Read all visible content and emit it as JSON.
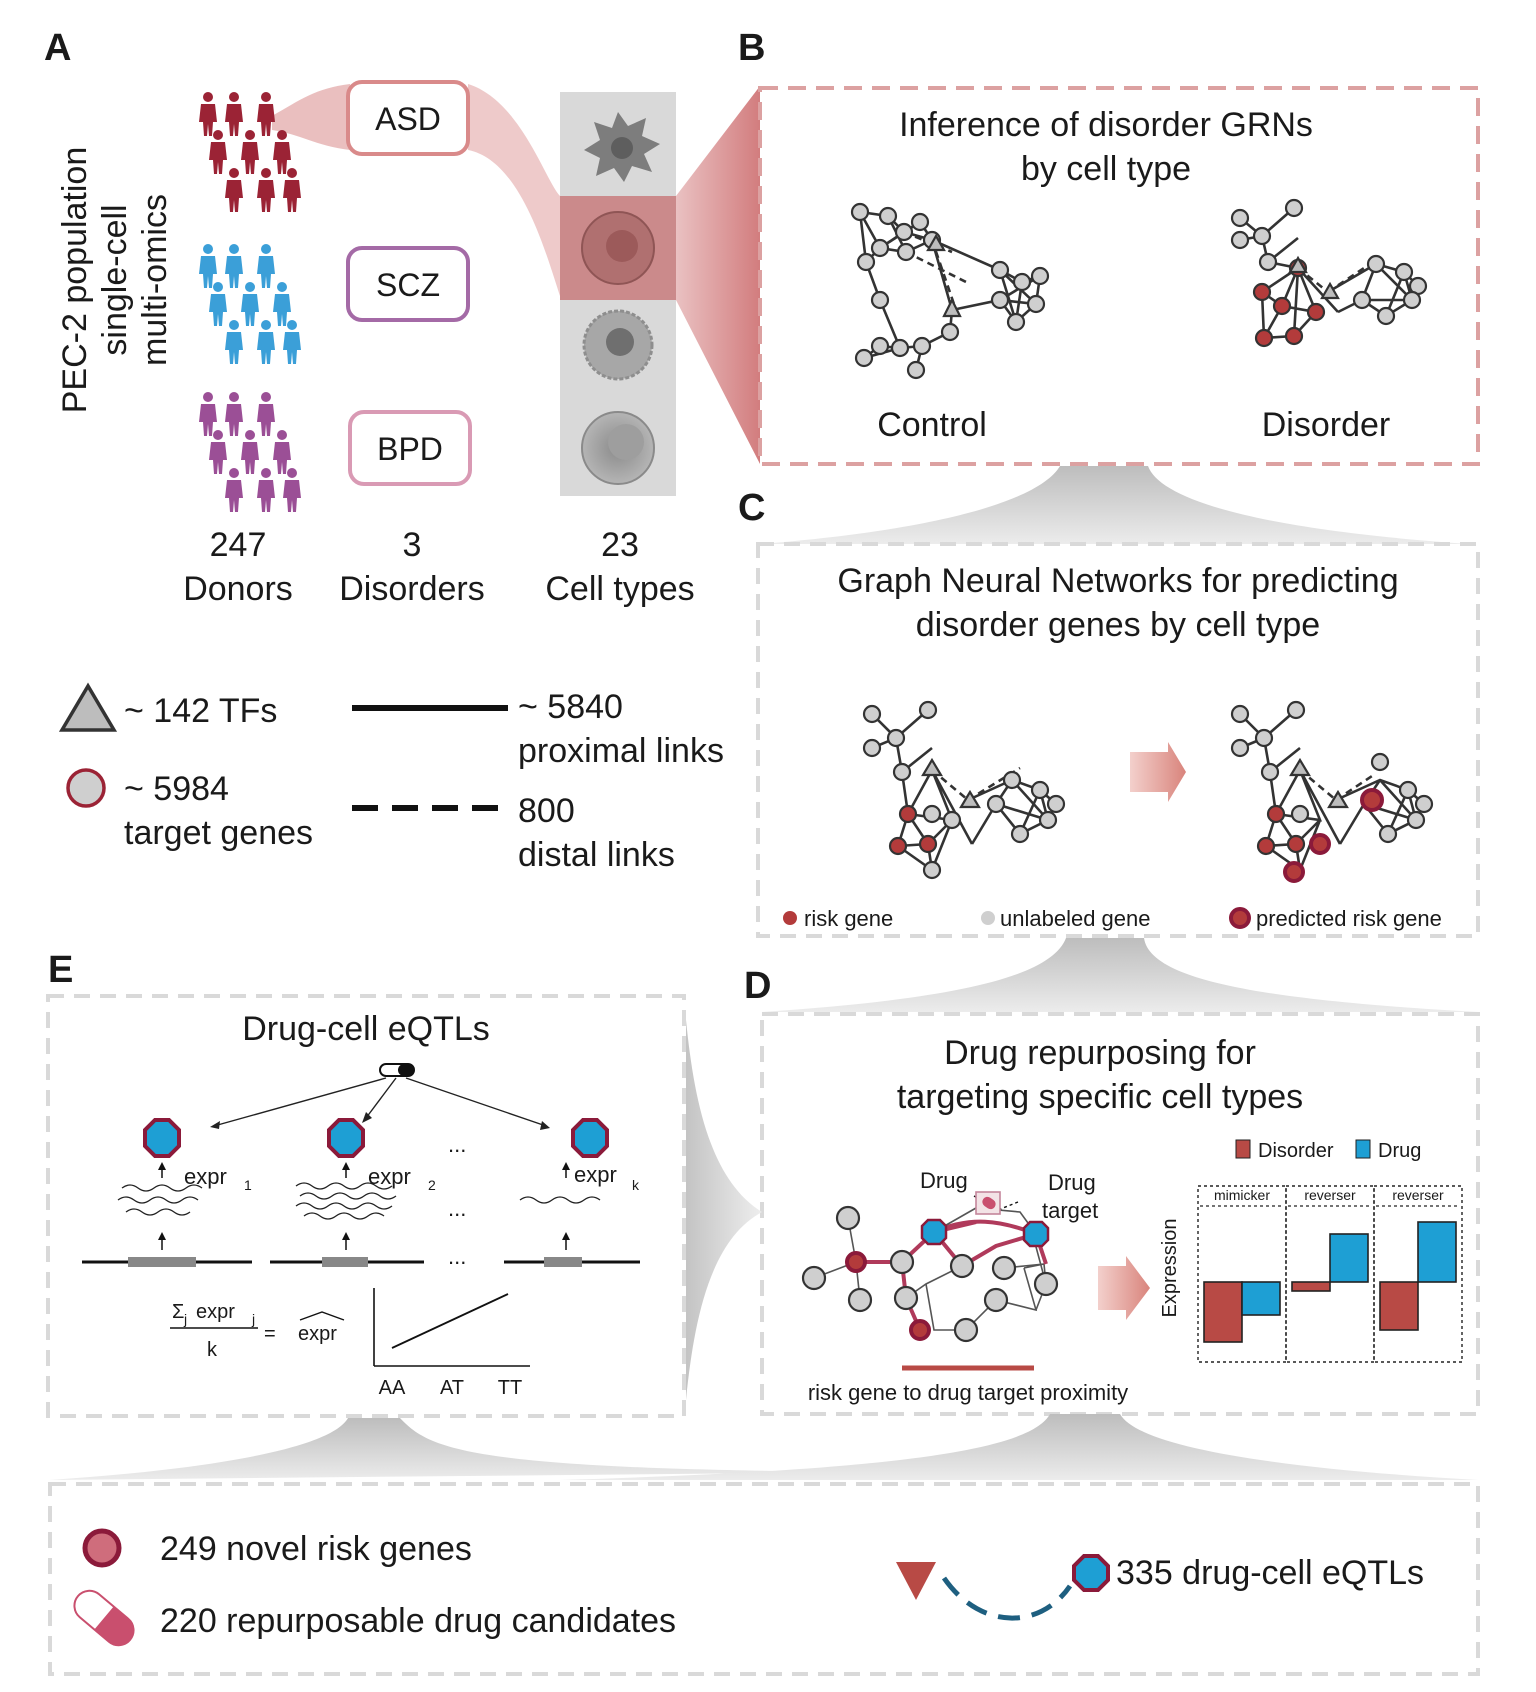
{
  "panels": {
    "a": "A",
    "b": "B",
    "c": "C",
    "d": "D",
    "e": "E"
  },
  "panel_a": {
    "vertical_title": [
      "PEC-2 population",
      "single-cell",
      "multi-omics"
    ],
    "disorders": [
      "ASD",
      "SCZ",
      "BPD"
    ],
    "counts": [
      {
        "number": "247",
        "label": "Donors"
      },
      {
        "number": "3",
        "label": "Disorders"
      },
      {
        "number": "23",
        "label": "Cell types"
      }
    ],
    "colors": {
      "asd": "#9b2335",
      "scz": "#3b9fd8",
      "bpd": "#9b4f96",
      "cell_column": "#d9d9d9"
    }
  },
  "legend": {
    "tfs": "~ 142 TFs",
    "targets_line1": "~ 5984",
    "targets_line2": "target genes",
    "proximal_line1": "~ 5840",
    "proximal_line2": "proximal links",
    "distal_line1": "800",
    "distal_line2": "distal links"
  },
  "panel_b": {
    "title_line1": "Inference of disorder GRNs",
    "title_line2": "by cell type",
    "left_label": "Control",
    "right_label": "Disorder"
  },
  "panel_c": {
    "title_line1": "Graph Neural Networks for predicting",
    "title_line2": "disorder genes by cell type",
    "legend_risk": "risk gene",
    "legend_unlabeled": "unlabeled gene",
    "legend_predicted": "predicted risk gene"
  },
  "panel_d": {
    "title_line1": "Drug repurposing for",
    "title_line2": "targeting specific cell types",
    "drug_label": "Drug",
    "drug_target_line1": "Drug",
    "drug_target_line2": "target",
    "proximity_label": "risk gene to drug target proximity",
    "legend_disorder": "Disorder",
    "legend_drug": "Drug",
    "y_axis_label": "Expression",
    "colors": {
      "disorder": "#b84a45",
      "drug": "#1e9fd4"
    }
  },
  "panel_e": {
    "title": "Drug-cell eQTLs",
    "expr": "expr",
    "sub1": "1",
    "sub2": "2",
    "subk": "k",
    "ellipsis": "...",
    "formula_sum": "Σ",
    "formula_sub": "j",
    "formula_k": "k",
    "formula_equals": "=",
    "genotypes": [
      "AA",
      "AT",
      "TT"
    ]
  },
  "chart_data": {
    "type": "bar",
    "categories": [
      "mimicker",
      "reverser",
      "reverser"
    ],
    "series": [
      {
        "name": "Disorder",
        "values": [
          -1.0,
          -0.15,
          -0.8
        ]
      },
      {
        "name": "Drug",
        "values": [
          -0.55,
          0.8,
          1.0
        ]
      }
    ],
    "ylabel": "Expression",
    "legend_position": "top-right"
  },
  "summary": {
    "risk_genes": "249 novel risk genes",
    "drug_candidates": "220 repurposable drug candidates",
    "eqtls": "335 drug-cell eQTLs"
  }
}
